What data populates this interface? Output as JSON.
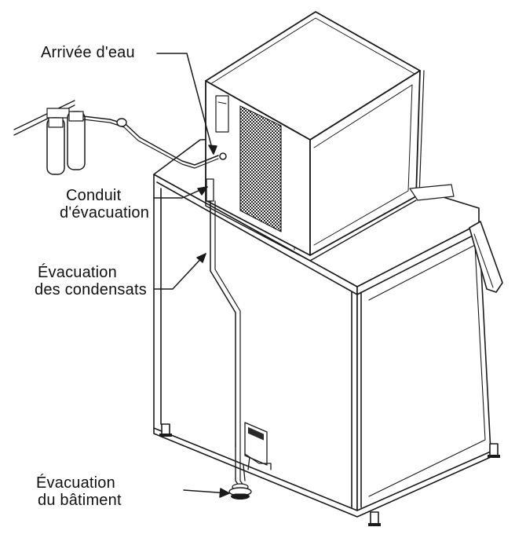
{
  "labels": {
    "water_inlet": "Arrivée d'eau",
    "drain_conduit_line1": "Conduit",
    "drain_conduit_line2": "d'évacuation",
    "condensate_line1": "Évacuation",
    "condensate_line2": "des condensats",
    "building_drain_line1": "Évacuation",
    "building_drain_line2": "du bâtiment"
  },
  "colors": {
    "line": "#1a1a1a",
    "grille": "#2a2a2a",
    "background": "#ffffff"
  }
}
